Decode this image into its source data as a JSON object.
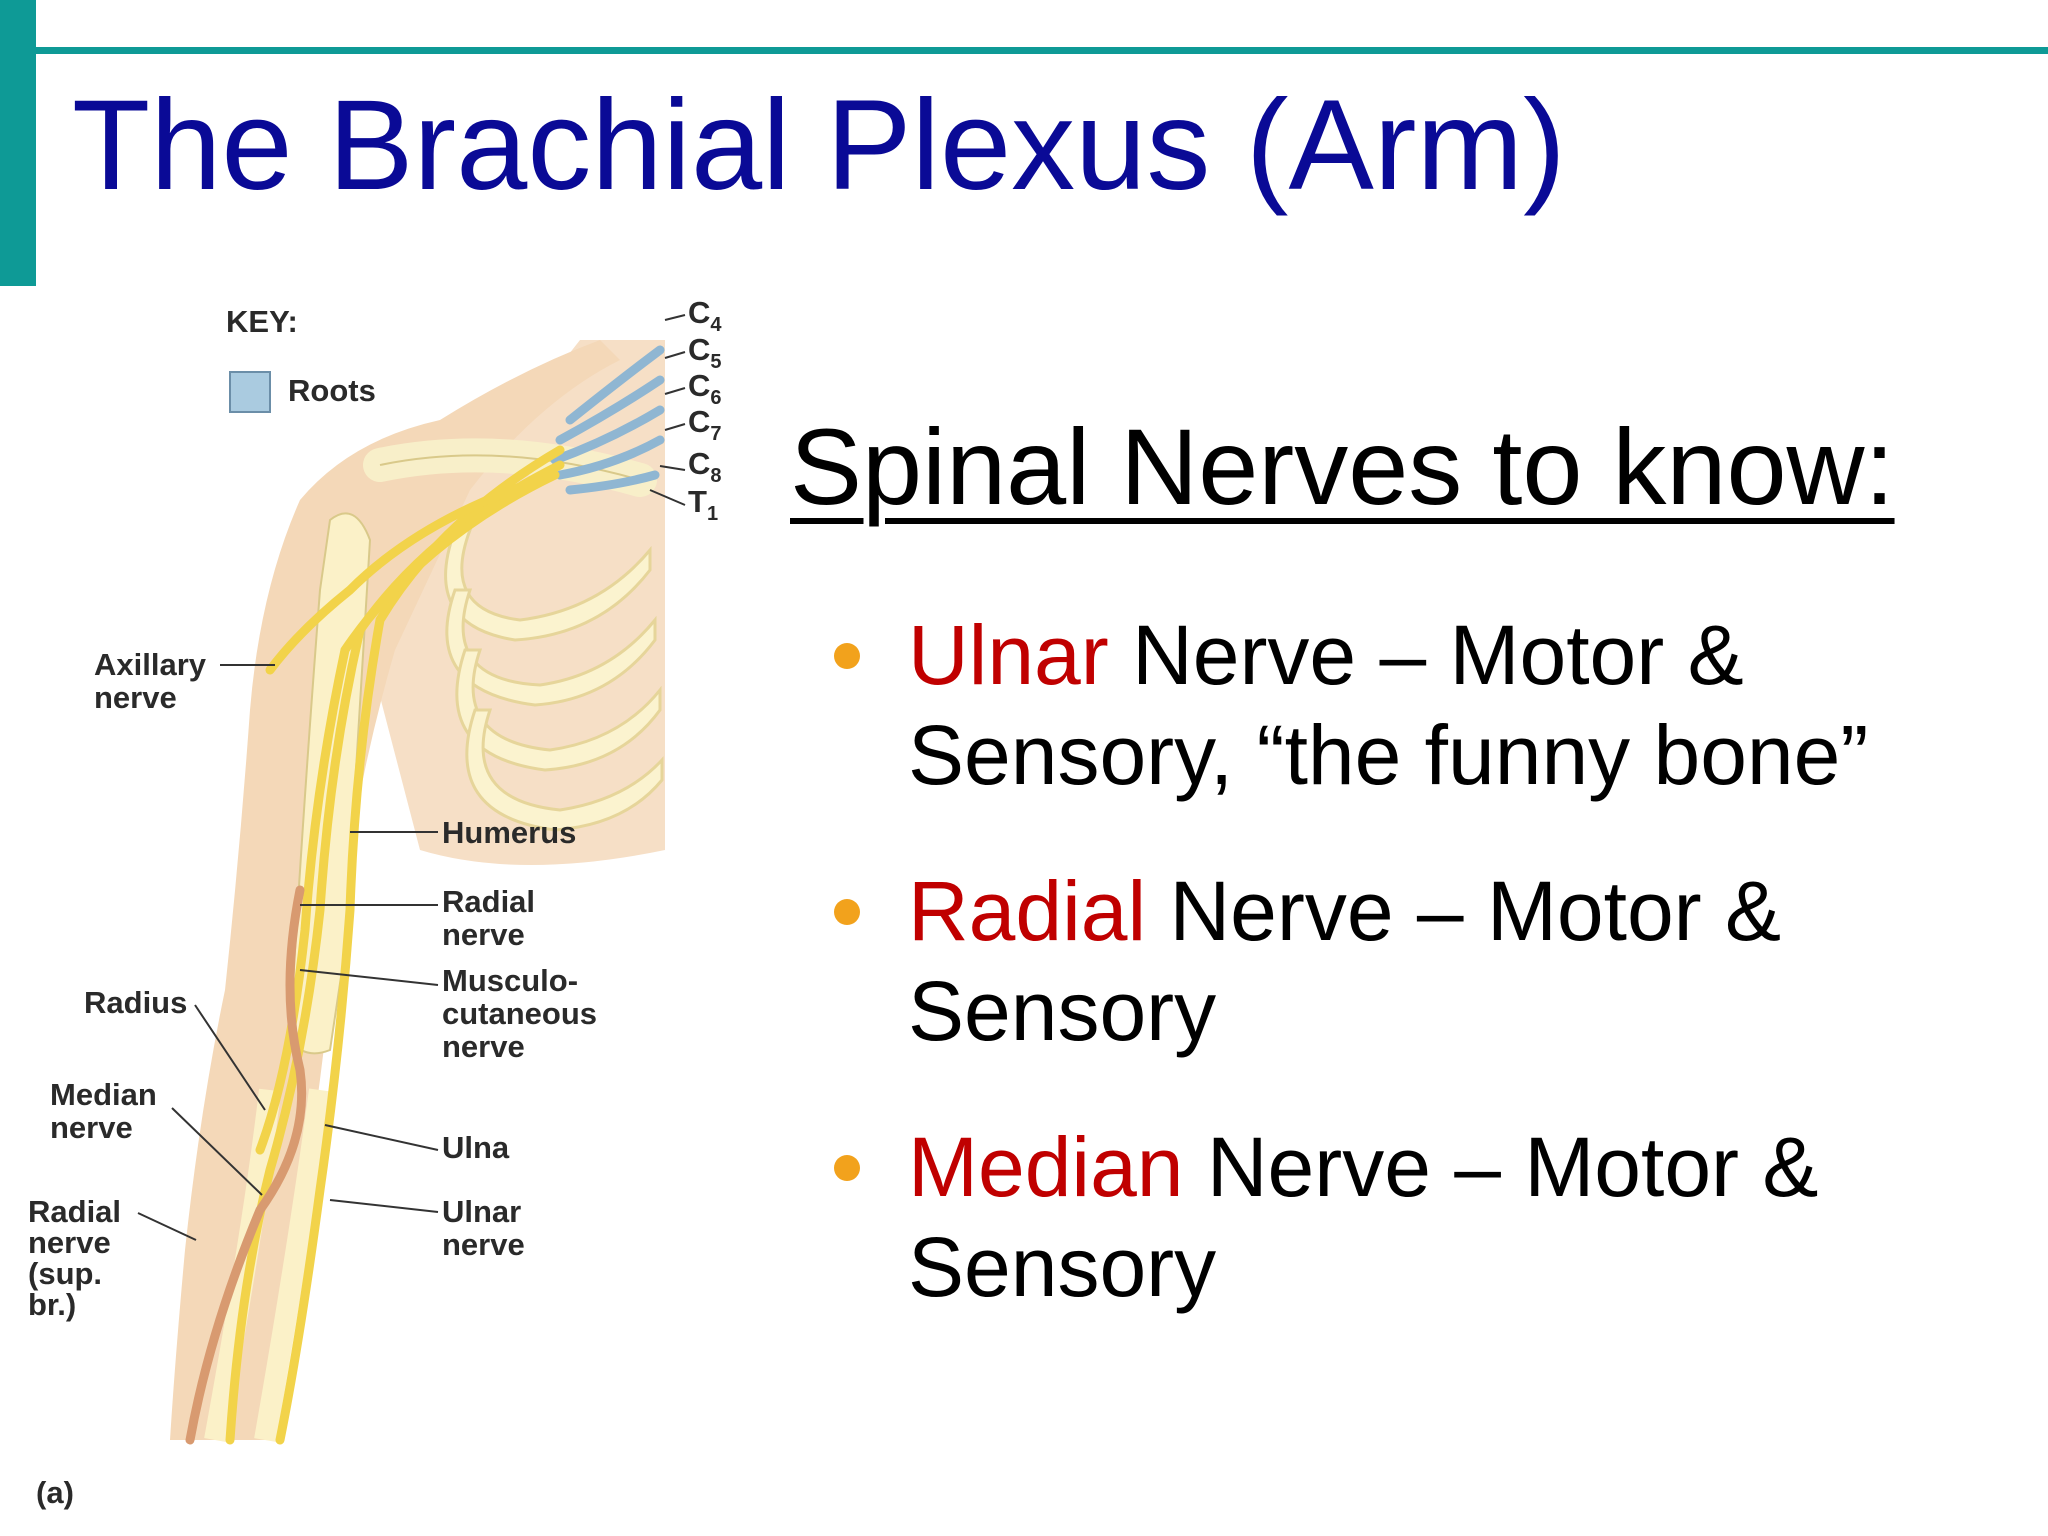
{
  "title": "The Brachial Plexus (Arm)",
  "figure": {
    "key_heading": "KEY:",
    "key_item": "Roots",
    "key_color": "#aacbe0",
    "roots": [
      {
        "letter": "C",
        "sub": "4"
      },
      {
        "letter": "C",
        "sub": "5"
      },
      {
        "letter": "C",
        "sub": "6"
      },
      {
        "letter": "C",
        "sub": "7"
      },
      {
        "letter": "C",
        "sub": "8"
      },
      {
        "letter": "T",
        "sub": "1"
      }
    ],
    "labels": {
      "axillary_1": "Axillary",
      "axillary_2": "nerve",
      "humerus": "Humerus",
      "radial_1": "Radial",
      "radial_2": "nerve",
      "musculo_1": "Musculo-",
      "musculo_2": "cutaneous",
      "musculo_3": "nerve",
      "radius": "Radius",
      "median_1": "Median",
      "median_2": "nerve",
      "ulna": "Ulna",
      "ulnar_1": "Ulnar",
      "ulnar_2": "nerve",
      "radial_sup_1": "Radial",
      "radial_sup_2": "nerve",
      "radial_sup_3": "(sup.",
      "radial_sup_4": "br.)",
      "panel": "(a)"
    }
  },
  "subheading": "Spinal Nerves to know:",
  "nerves": [
    {
      "name": "Ulnar",
      "description": " Nerve – Motor & Sensory, “the funny bone”"
    },
    {
      "name": "Radial",
      "description": " Nerve – Motor & Sensory"
    },
    {
      "name": "Median",
      "description": " Nerve – Motor & Sensory"
    }
  ],
  "colors": {
    "accent": "#0e9a96",
    "title": "#0a0a96",
    "nerve_name": "#c00000",
    "bullet": "#f2a21c",
    "nerve_fiber": "#f2d34a",
    "skin": "#f5dcc0"
  }
}
